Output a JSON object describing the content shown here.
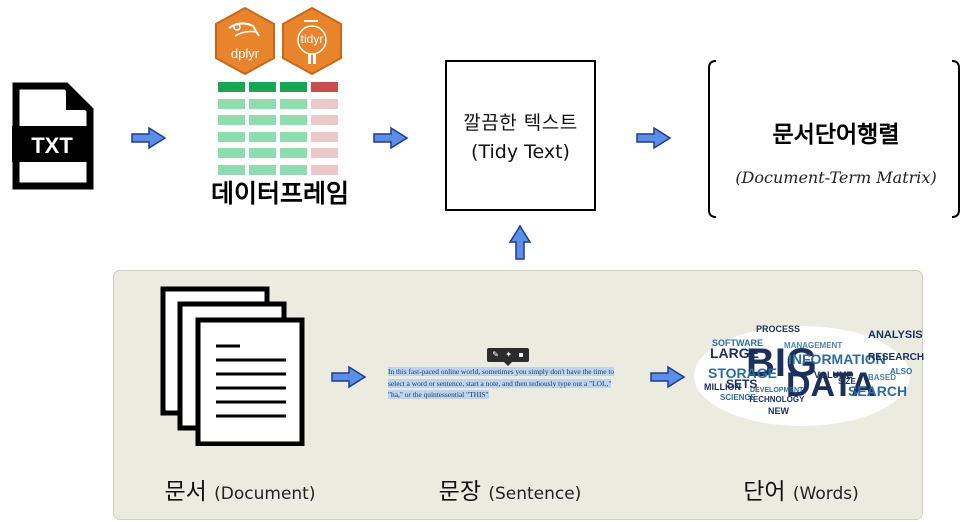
{
  "source_file": {
    "label": "TXT",
    "icon": "txt-file-icon"
  },
  "packages": [
    {
      "label": "dplyr",
      "color": "#e8842b"
    },
    {
      "label": "tidyr",
      "color": "#e8842b"
    }
  ],
  "data_frame": {
    "label": "데이터프레임",
    "colors": {
      "header_green": "#19a552",
      "row_green": "#8fdcb0",
      "header_red": "#c94f4f",
      "row_red": "#ecc8c8"
    }
  },
  "tidy_text": {
    "ko": "깔끔한 텍스트",
    "en": "(Tidy Text)"
  },
  "dtm": {
    "title": "문서단어행렬",
    "subtitle": "(Document-Term Matrix)"
  },
  "bottom": {
    "document": {
      "ko": "문서",
      "en": "(Document)"
    },
    "sentence": {
      "ko": "문장",
      "en": "(Sentence)",
      "text": "In this fast-paced online world, sometimes you simply don't have the time to select a word or sentence, start a note, and then tediously type out a \"LOL,\" \"ha,\" or the quintessential \"THIS\""
    },
    "words": {
      "ko": "단어",
      "en": "(Words)",
      "cloud": [
        "BIG",
        "DATA",
        "INFORMATION",
        "LARGE",
        "STORAGE",
        "SETS",
        "ANALYSIS",
        "SEARCH",
        "RESEARCH",
        "SOFTWARE",
        "VOLUME",
        "MANAGEMENT",
        "PROCESS",
        "TECHNOLOGY",
        "SCIENCE",
        "MILLION",
        "DEVELOPMENT",
        "NEW",
        "BASED",
        "SIZE",
        "ALSO"
      ]
    }
  },
  "colors": {
    "arrow_fill": "#5b8ee6",
    "arrow_stroke": "#1f3c88",
    "panel_bg": "#ecebe0"
  }
}
